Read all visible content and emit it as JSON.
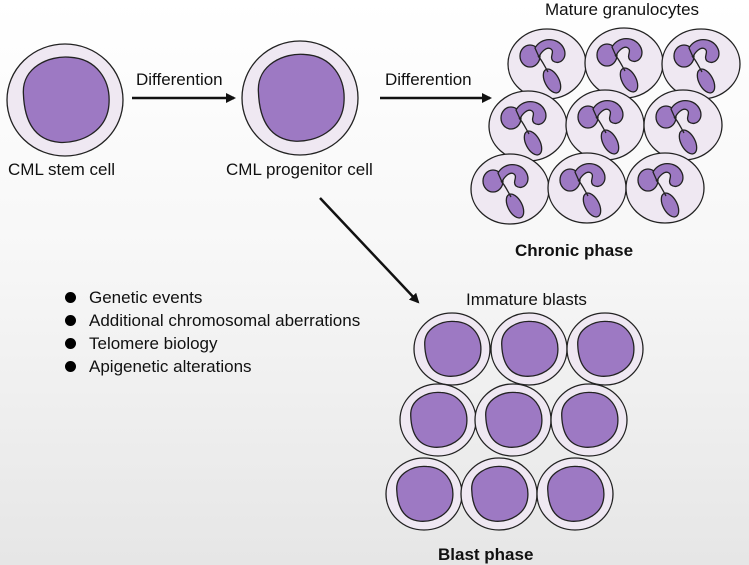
{
  "labels": {
    "stem_cell": "CML stem cell",
    "progenitor_cell": "CML progenitor cell",
    "arrow1": "Differention",
    "arrow2": "Differention",
    "mature": "Mature granulocytes",
    "chronic": "Chronic phase",
    "immature": "Immature blasts",
    "blast": "Blast phase"
  },
  "factors": [
    {
      "text": "Genetic events"
    },
    {
      "text": "Additional chromosomal aberrations"
    },
    {
      "text": "Telomere biology"
    },
    {
      "text": "Apigenetic alterations"
    }
  ],
  "colors": {
    "cell_outer": "#efe8f2",
    "nucleus": "#9d79c3",
    "outline": "#222222"
  }
}
